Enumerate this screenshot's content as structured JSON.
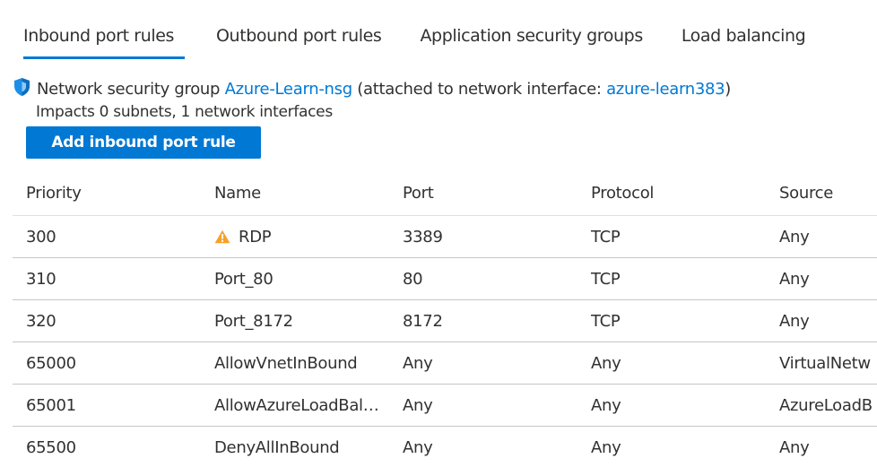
{
  "tabs": [
    {
      "label": "Inbound port rules",
      "active": true
    },
    {
      "label": "Outbound port rules",
      "active": false
    },
    {
      "label": "Application security groups",
      "active": false
    },
    {
      "label": "Load balancing",
      "active": false
    }
  ],
  "info": {
    "icon": "shield-icon",
    "prefix": "Network security group ",
    "nsg_name": "Azure-Learn-nsg",
    "middle": " (attached to network interface: ",
    "nic_name": "azure-learn383",
    "suffix": ")",
    "impacts": "Impacts 0 subnets, 1 network interfaces"
  },
  "add_button": {
    "label": "Add inbound port rule"
  },
  "table": {
    "headers": {
      "priority": "Priority",
      "name": "Name",
      "port": "Port",
      "protocol": "Protocol",
      "source": "Source"
    },
    "rows": [
      {
        "priority": "300",
        "name": "RDP",
        "warning": true,
        "port": "3389",
        "protocol": "TCP",
        "source": "Any"
      },
      {
        "priority": "310",
        "name": "Port_80",
        "warning": false,
        "port": "80",
        "protocol": "TCP",
        "source": "Any"
      },
      {
        "priority": "320",
        "name": "Port_8172",
        "warning": false,
        "port": "8172",
        "protocol": "TCP",
        "source": "Any"
      },
      {
        "priority": "65000",
        "name": "AllowVnetInBound",
        "warning": false,
        "port": "Any",
        "protocol": "Any",
        "source": "VirtualNetw"
      },
      {
        "priority": "65001",
        "name": "AllowAzureLoadBala...",
        "warning": false,
        "port": "Any",
        "protocol": "Any",
        "source": "AzureLoadB"
      },
      {
        "priority": "65500",
        "name": "DenyAllInBound",
        "warning": false,
        "port": "Any",
        "protocol": "Any",
        "source": "Any"
      }
    ]
  },
  "colors": {
    "accent": "#0078d4",
    "warning": "#f7a128",
    "text": "#323130"
  }
}
